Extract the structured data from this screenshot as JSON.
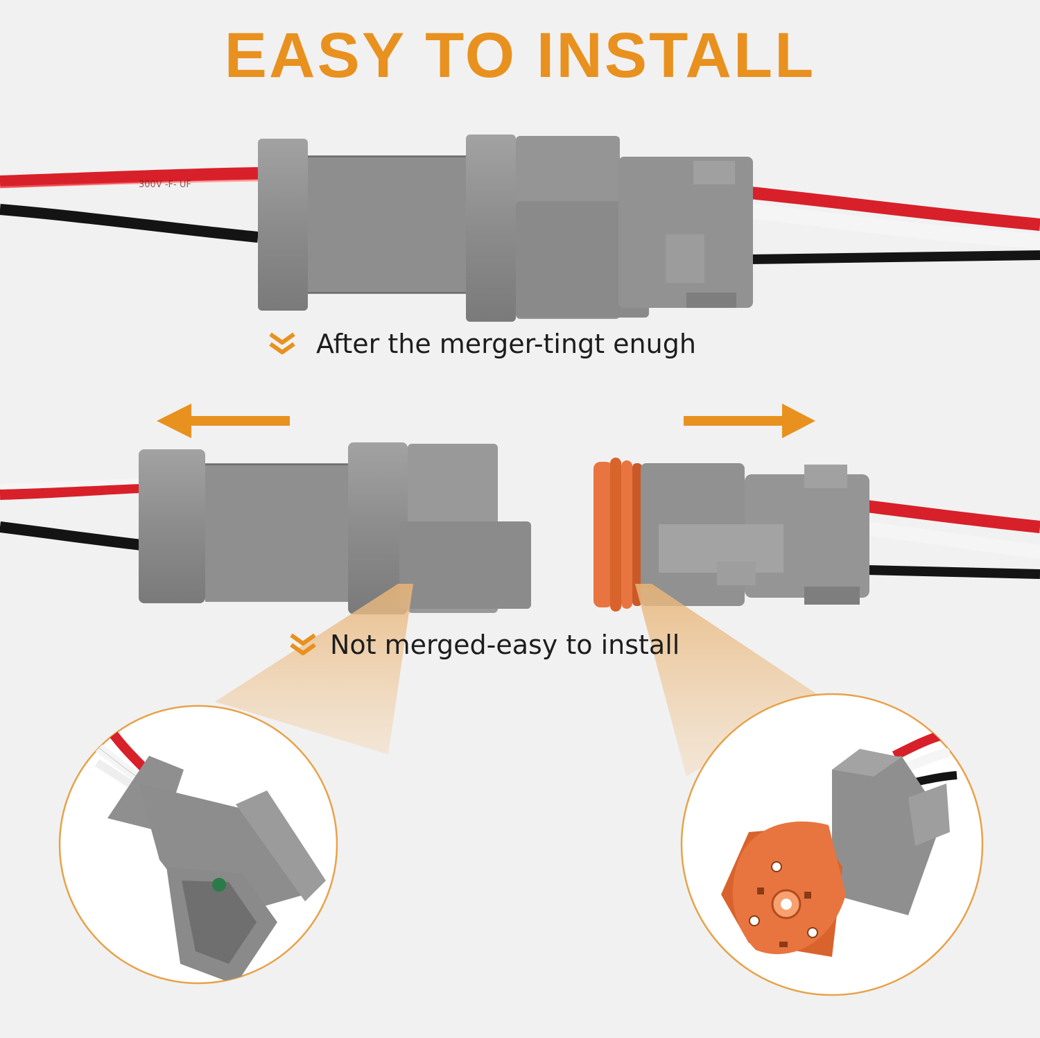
{
  "title": "EASY TO INSTALL",
  "captions": {
    "merged": "After the merger-tingt enugh",
    "unmerged": "Not merged-easy to install"
  },
  "wire_print": "300V -F- UF",
  "colors": {
    "accent": "#e8911f",
    "background": "#f1f1f1",
    "connector_gray": "#8f8f8f",
    "seal_orange": "#e8753f",
    "wire_red": "#d8202a",
    "wire_black": "#141414",
    "wire_white": "#f5f5f5"
  },
  "icons": [
    "double-chevron-down-icon",
    "arrow-left-icon",
    "arrow-right-icon"
  ]
}
